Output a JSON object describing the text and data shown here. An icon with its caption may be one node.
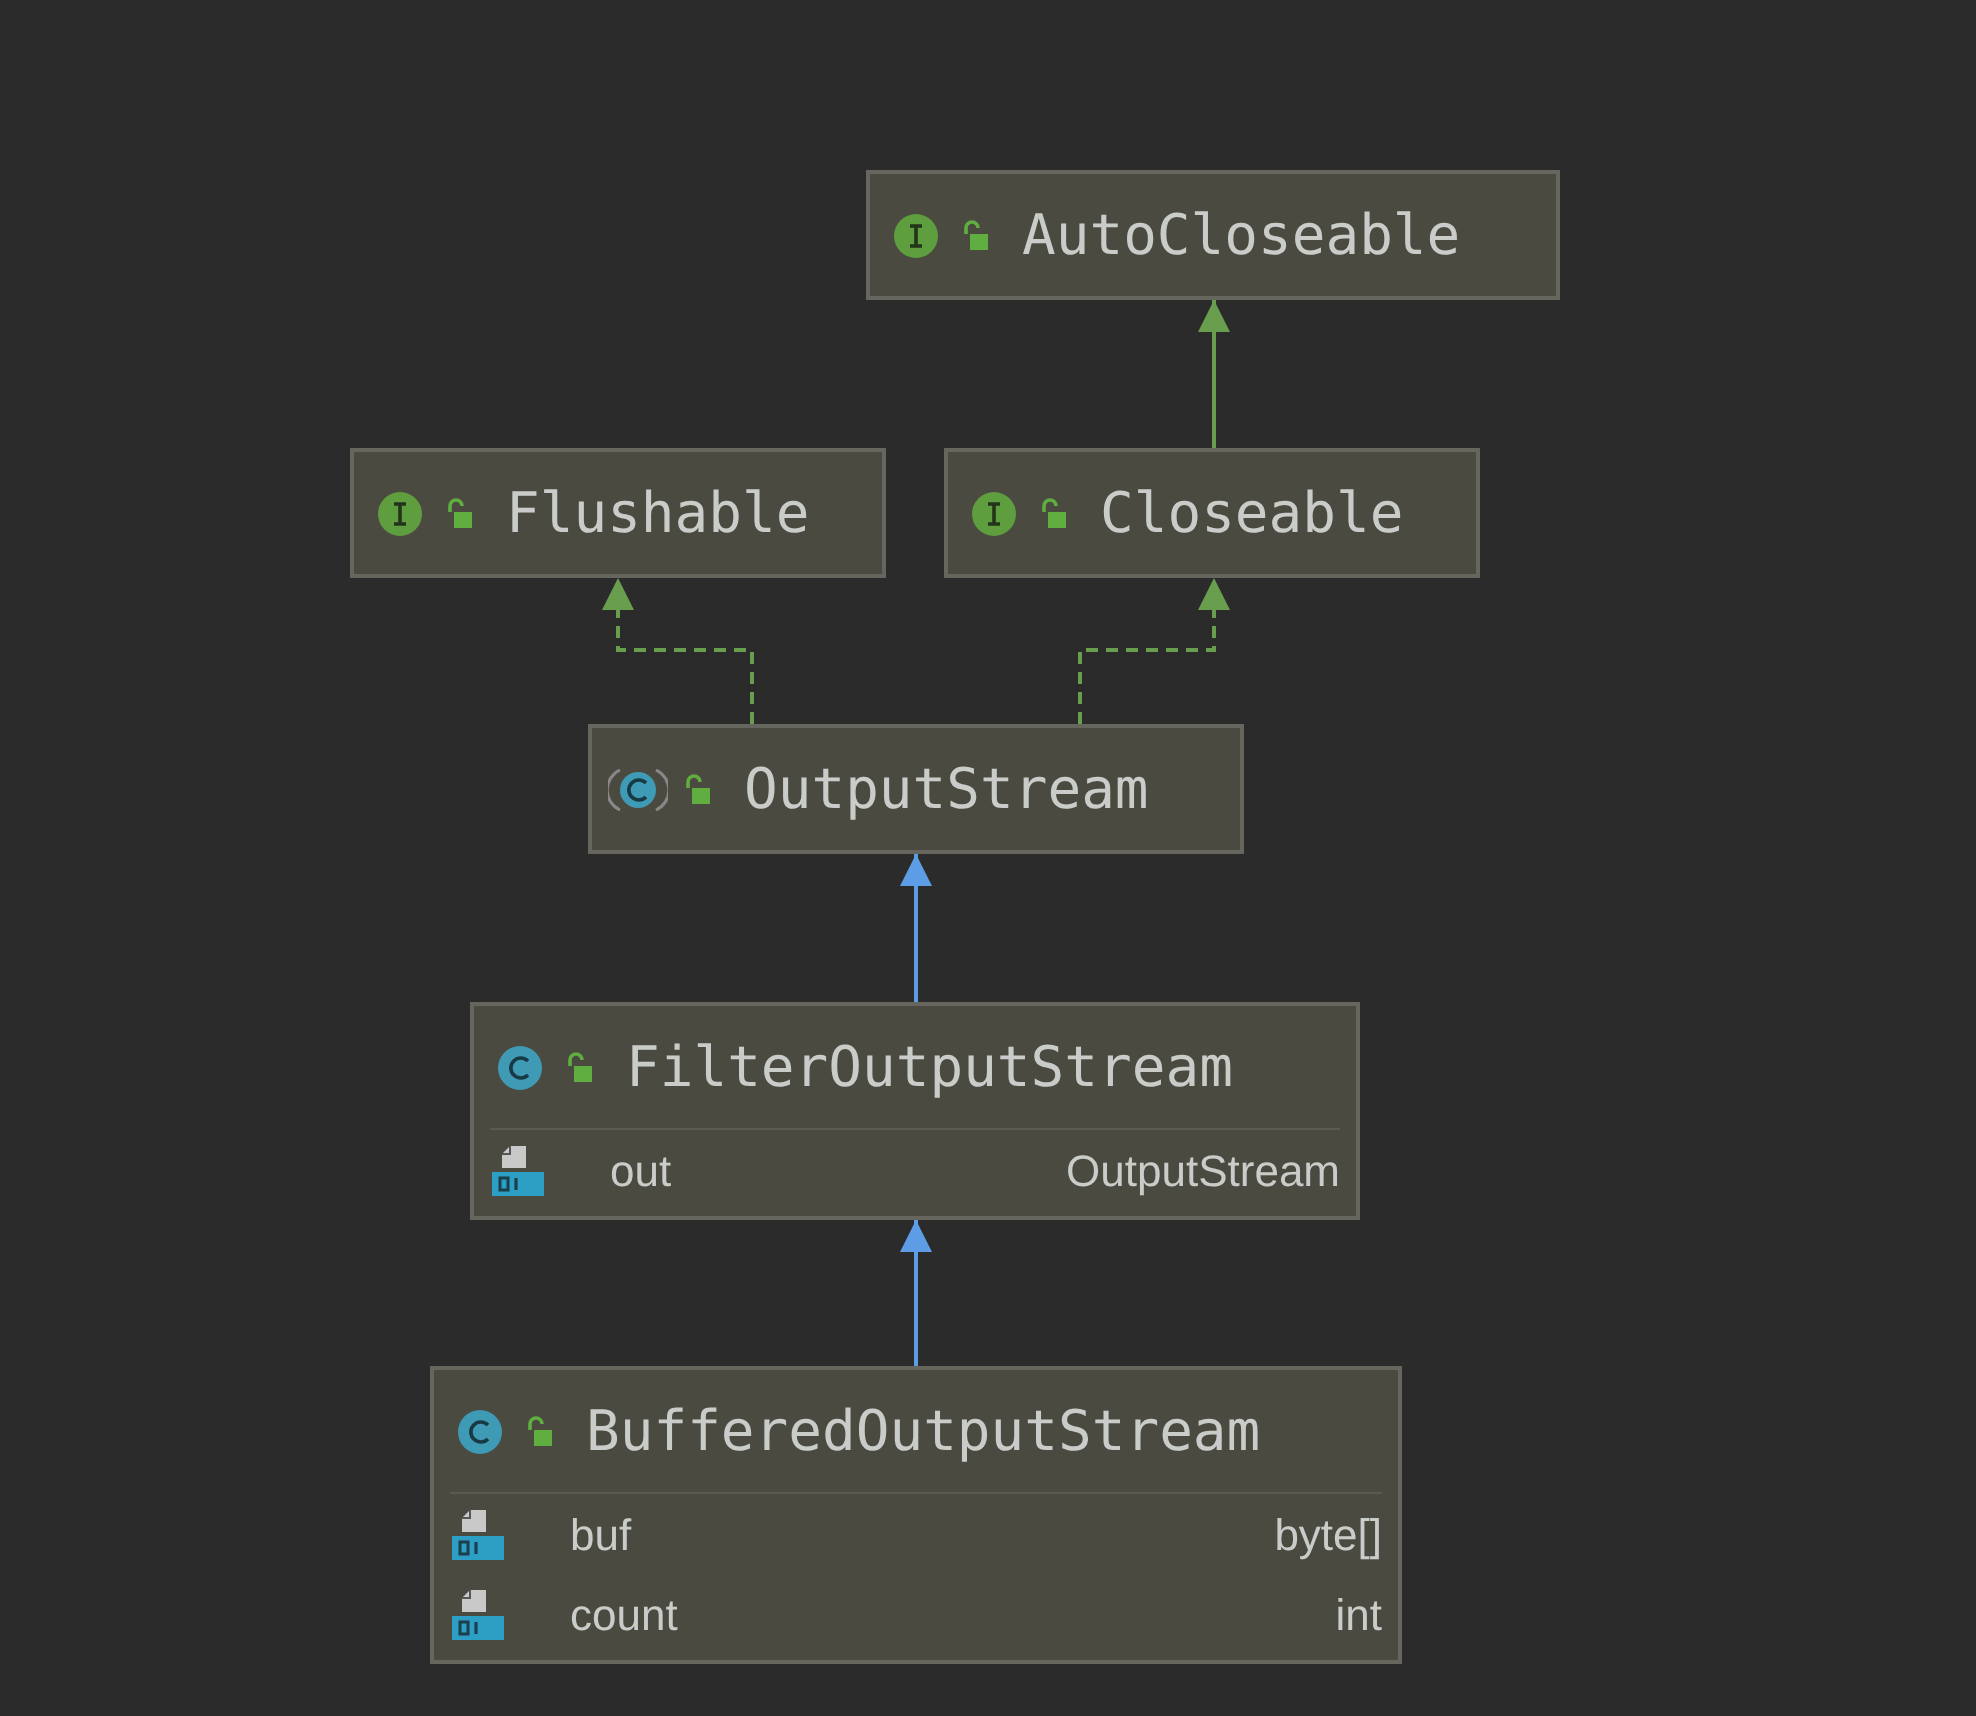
{
  "diagram": {
    "nodes": [
      {
        "text": [
          "AutoCloseable"
        ]
      },
      {
        "text": [
          "Flushable"
        ]
      },
      {
        "text": [
          "Closeable"
        ]
      },
      {
        "text": [
          "OutputStream"
        ]
      },
      {
        "text": [
          "FilterOutputStream",
          "out",
          "OutputStream"
        ]
      },
      {
        "text": [
          "BufferedOutputStream",
          "buf",
          "byte[]",
          "count",
          "int"
        ]
      }
    ],
    "edges": [
      {
        "from": 2,
        "to": 0,
        "arrow": "to"
      },
      {
        "from": 3,
        "to": 1,
        "arrow": "to",
        "style": "dashed"
      },
      {
        "from": 3,
        "to": 2,
        "arrow": "to",
        "style": "dashed"
      },
      {
        "from": 4,
        "to": 3,
        "arrow": "to",
        "color": "#5c9de6"
      },
      {
        "from": 5,
        "to": 4,
        "arrow": "to",
        "color": "#5c9de6"
      }
    ]
  }
}
